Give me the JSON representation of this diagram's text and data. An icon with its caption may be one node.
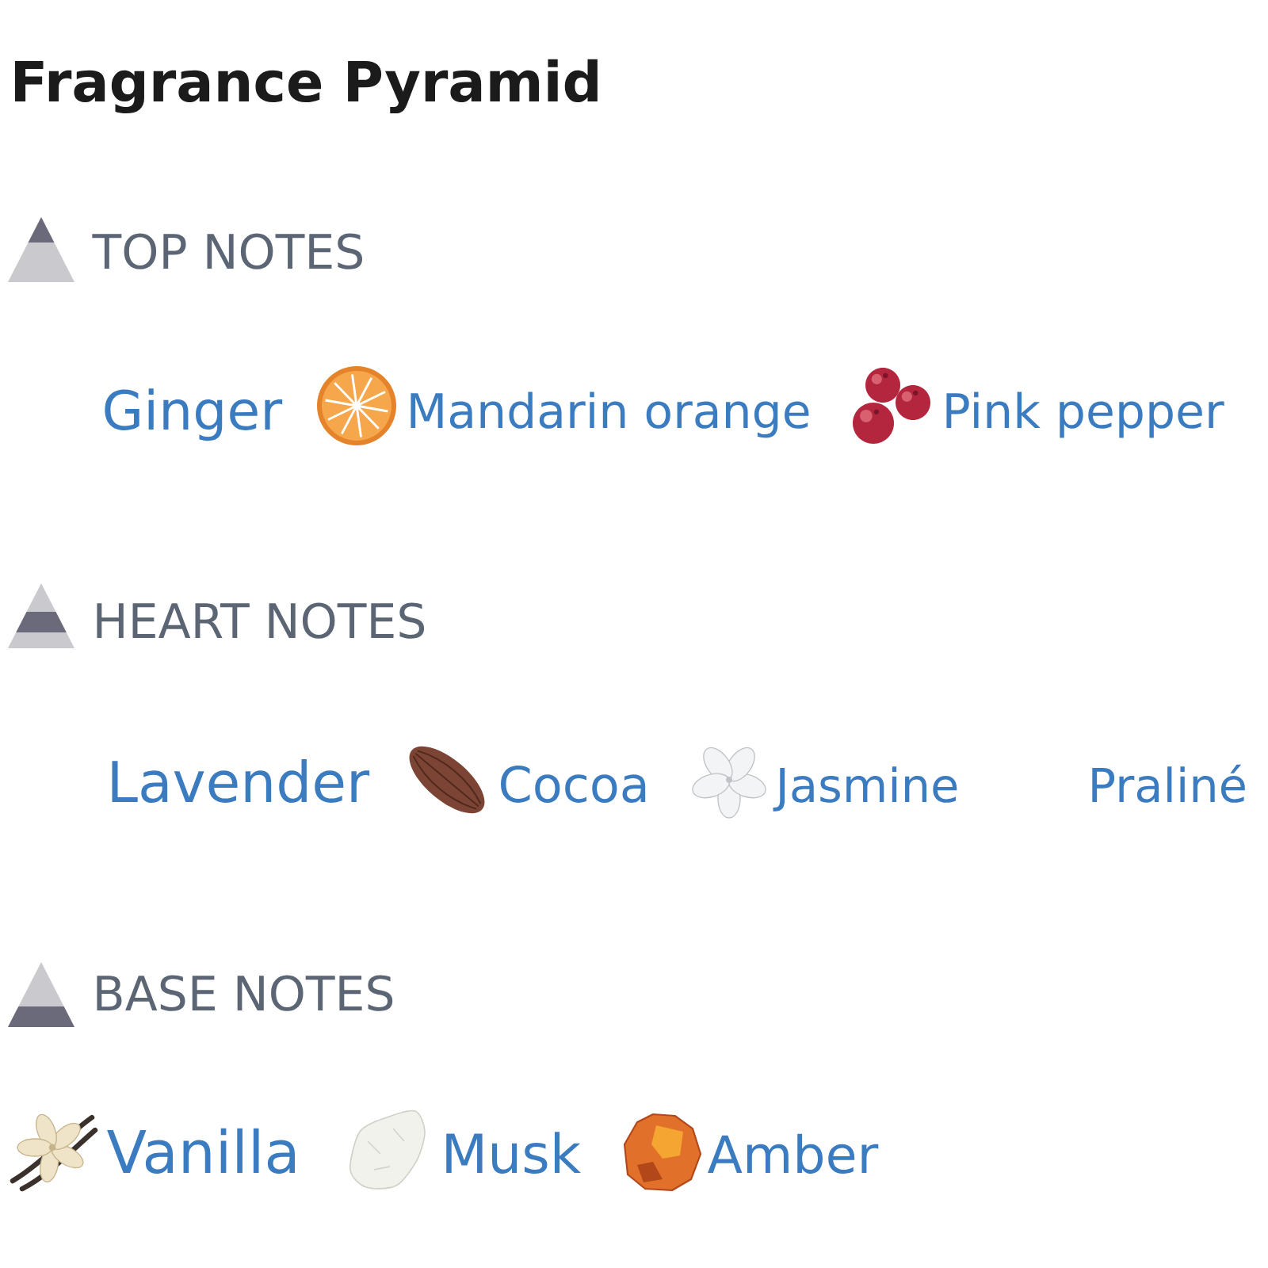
{
  "diagram": {
    "title": "Fragrance Pyramid",
    "labels": [
      "TOP NOTES",
      "Ginger",
      "Mandarin orange",
      "Pink pepper",
      "HEART NOTES",
      "Lavender",
      "Cocoa",
      "Jasmine",
      "Praliné",
      "BASE NOTES",
      "Vanilla",
      "Musk",
      "Amber"
    ]
  }
}
